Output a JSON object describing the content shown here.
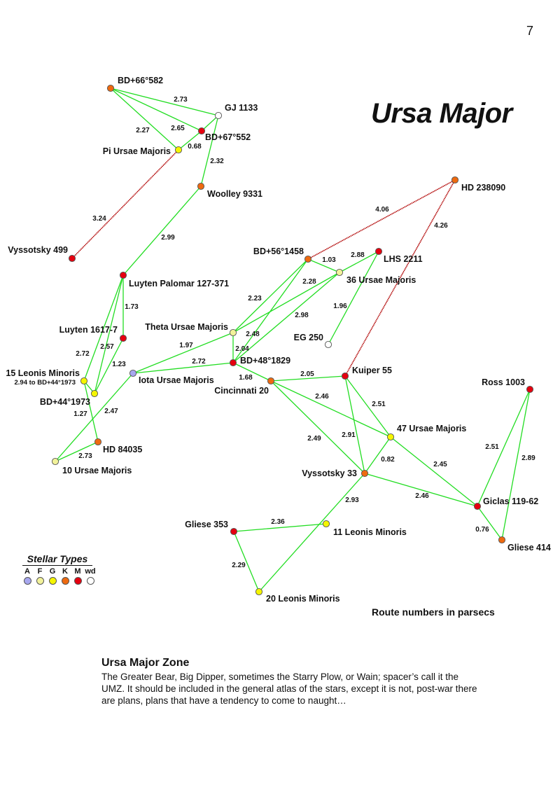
{
  "page_number": "7",
  "title": "Ursa Major",
  "star_types": {
    "A": "#a7a7ef",
    "F": "#f2f29a",
    "G": "#f5f500",
    "K": "#ee6a10",
    "M": "#e5000f",
    "wd": "#ffffff"
  },
  "stars": {
    "bd66582": {
      "name": "BD+66°582",
      "type": "K"
    },
    "gj1133": {
      "name": "GJ 1133",
      "type": "wd"
    },
    "bd67552": {
      "name": "BD+67°552",
      "type": "M"
    },
    "piuma": {
      "name": "Pi Ursae Majoris",
      "type": "G"
    },
    "woolley9331": {
      "name": "Woolley 9331",
      "type": "K"
    },
    "hd238090": {
      "name": "HD 238090",
      "type": "K"
    },
    "vys499": {
      "name": "Vyssotsky 499",
      "type": "M"
    },
    "bd561458": {
      "name": "BD+56°1458",
      "type": "K"
    },
    "lhs2211": {
      "name": "LHS 2211",
      "type": "M"
    },
    "36uma": {
      "name": "36 Ursae Majoris",
      "type": "F"
    },
    "lp127371": {
      "name": "Luyten Palomar 127-371",
      "type": "M"
    },
    "eg250": {
      "name": "EG 250",
      "type": "wd"
    },
    "thetauma": {
      "name": "Theta Ursae Majoris",
      "type": "F"
    },
    "luyten1617": {
      "name": "Luyten 1617-7",
      "type": "M"
    },
    "bd481829": {
      "name": "BD+48°1829",
      "type": "M"
    },
    "kuiper55": {
      "name": "Kuiper 55",
      "type": "M"
    },
    "15lmi": {
      "name": "15 Leonis Minoris",
      "type": "G",
      "note": "2.94 to BD+44°1973"
    },
    "iotauma": {
      "name": "Iota Ursae Majoris",
      "type": "A"
    },
    "cinc20": {
      "name": "Cincinnati 20",
      "type": "K"
    },
    "ross1003": {
      "name": "Ross 1003",
      "type": "M"
    },
    "bd441973": {
      "name": "BD+44°1973",
      "type": "G"
    },
    "47uma": {
      "name": "47 Ursae Majoris",
      "type": "G"
    },
    "hd84035": {
      "name": "HD 84035",
      "type": "K"
    },
    "10uma": {
      "name": "10 Ursae Majoris",
      "type": "F"
    },
    "vys33": {
      "name": "Vyssotsky 33",
      "type": "K"
    },
    "giclas": {
      "name": "Giclas 119-62",
      "type": "M"
    },
    "gliese353": {
      "name": "Gliese 353",
      "type": "M"
    },
    "11lmi": {
      "name": "11 Leonis Minoris",
      "type": "G"
    },
    "gliese414": {
      "name": "Gliese 414",
      "type": "K"
    },
    "20lmi": {
      "name": "20 Leonis Minoris",
      "type": "G"
    }
  },
  "routes": [
    {
      "from": "bd66582",
      "to": "gj1133",
      "dist": "2.73",
      "kind": "green"
    },
    {
      "from": "bd66582",
      "to": "piuma",
      "dist": "2.27",
      "kind": "green"
    },
    {
      "from": "bd66582",
      "to": "bd67552",
      "dist": "2.65",
      "kind": "green"
    },
    {
      "from": "gj1133",
      "to": "bd67552",
      "dist": "",
      "kind": "green"
    },
    {
      "from": "bd67552",
      "to": "piuma",
      "dist": "0.68",
      "kind": "green"
    },
    {
      "from": "gj1133",
      "to": "woolley9331",
      "dist": "2.32",
      "kind": "green"
    },
    {
      "from": "piuma",
      "to": "vys499",
      "dist": "3.24",
      "kind": "red"
    },
    {
      "from": "woolley9331",
      "to": "lp127371",
      "dist": "2.99",
      "kind": "green"
    },
    {
      "from": "lp127371",
      "to": "luyten1617",
      "dist": "1.73",
      "kind": "green"
    },
    {
      "from": "lp127371",
      "to": "15lmi",
      "dist": "2.72",
      "kind": "green"
    },
    {
      "from": "lp127371",
      "to": "bd441973",
      "dist": "2.57",
      "kind": "green"
    },
    {
      "from": "luyten1617",
      "to": "bd441973",
      "dist": "1.23",
      "kind": "green"
    },
    {
      "from": "15lmi",
      "to": "bd441973",
      "dist": "",
      "kind": "green"
    },
    {
      "from": "15lmi",
      "to": "hd84035",
      "dist": "1.27",
      "kind": "green"
    },
    {
      "from": "iotauma",
      "to": "10uma",
      "dist": "2.47",
      "kind": "green"
    },
    {
      "from": "10uma",
      "to": "hd84035",
      "dist": "2.73",
      "kind": "green"
    },
    {
      "from": "iotauma",
      "to": "thetauma",
      "dist": "1.97",
      "kind": "green"
    },
    {
      "from": "iotauma",
      "to": "bd481829",
      "dist": "2.72",
      "kind": "green"
    },
    {
      "from": "thetauma",
      "to": "bd561458",
      "dist": "2.23",
      "kind": "green"
    },
    {
      "from": "thetauma",
      "to": "36uma",
      "dist": "2.28",
      "kind": "green"
    },
    {
      "from": "thetauma",
      "to": "bd481829",
      "dist": "2.04",
      "kind": "green"
    },
    {
      "from": "bd481829",
      "to": "bd561458",
      "dist": "2.48",
      "kind": "green"
    },
    {
      "from": "bd481829",
      "to": "36uma",
      "dist": "2.98",
      "kind": "green"
    },
    {
      "from": "bd561458",
      "to": "36uma",
      "dist": "1.03",
      "kind": "green"
    },
    {
      "from": "36uma",
      "to": "lhs2211",
      "dist": "2.88",
      "kind": "green"
    },
    {
      "from": "lhs2211",
      "to": "eg250",
      "dist": "1.96",
      "kind": "green"
    },
    {
      "from": "bd561458",
      "to": "hd238090",
      "dist": "4.06",
      "kind": "red"
    },
    {
      "from": "hd238090",
      "to": "kuiper55",
      "dist": "4.26",
      "kind": "red"
    },
    {
      "from": "bd481829",
      "to": "cinc20",
      "dist": "1.68",
      "kind": "green"
    },
    {
      "from": "cinc20",
      "to": "kuiper55",
      "dist": "2.05",
      "kind": "green"
    },
    {
      "from": "cinc20",
      "to": "47uma",
      "dist": "2.46",
      "kind": "green"
    },
    {
      "from": "cinc20",
      "to": "vys33",
      "dist": "2.49",
      "kind": "green"
    },
    {
      "from": "kuiper55",
      "to": "47uma",
      "dist": "2.51",
      "kind": "green"
    },
    {
      "from": "kuiper55",
      "to": "vys33",
      "dist": "2.91",
      "kind": "green"
    },
    {
      "from": "47uma",
      "to": "vys33",
      "dist": "0.82",
      "kind": "green"
    },
    {
      "from": "47uma",
      "to": "giclas",
      "dist": "2.45",
      "kind": "green"
    },
    {
      "from": "vys33",
      "to": "giclas",
      "dist": "2.46",
      "kind": "green"
    },
    {
      "from": "vys33",
      "to": "20lmi",
      "dist": "2.93",
      "kind": "green"
    },
    {
      "from": "gliese353",
      "to": "11lmi",
      "dist": "2.36",
      "kind": "green"
    },
    {
      "from": "gliese353",
      "to": "20lmi",
      "dist": "2.29",
      "kind": "green"
    },
    {
      "from": "ross1003",
      "to": "giclas",
      "dist": "2.51",
      "kind": "green"
    },
    {
      "from": "ross1003",
      "to": "gliese414",
      "dist": "2.89",
      "kind": "green"
    },
    {
      "from": "giclas",
      "to": "gliese414",
      "dist": "0.76",
      "kind": "green"
    }
  ],
  "legend": {
    "title": "Stellar Types",
    "types": [
      "A",
      "F",
      "G",
      "K",
      "M",
      "wd"
    ]
  },
  "route_note": "Route numbers in parsecs",
  "zone": {
    "title": "Ursa Major Zone",
    "text": "The Greater Bear, Big Dipper, sometimes the Starry Plow, or Wain; spacer’s call it the UMZ. It should be included in the general atlas of the stars, except it is not, post-war there are plans, plans that have a tendency to come to naught…"
  }
}
